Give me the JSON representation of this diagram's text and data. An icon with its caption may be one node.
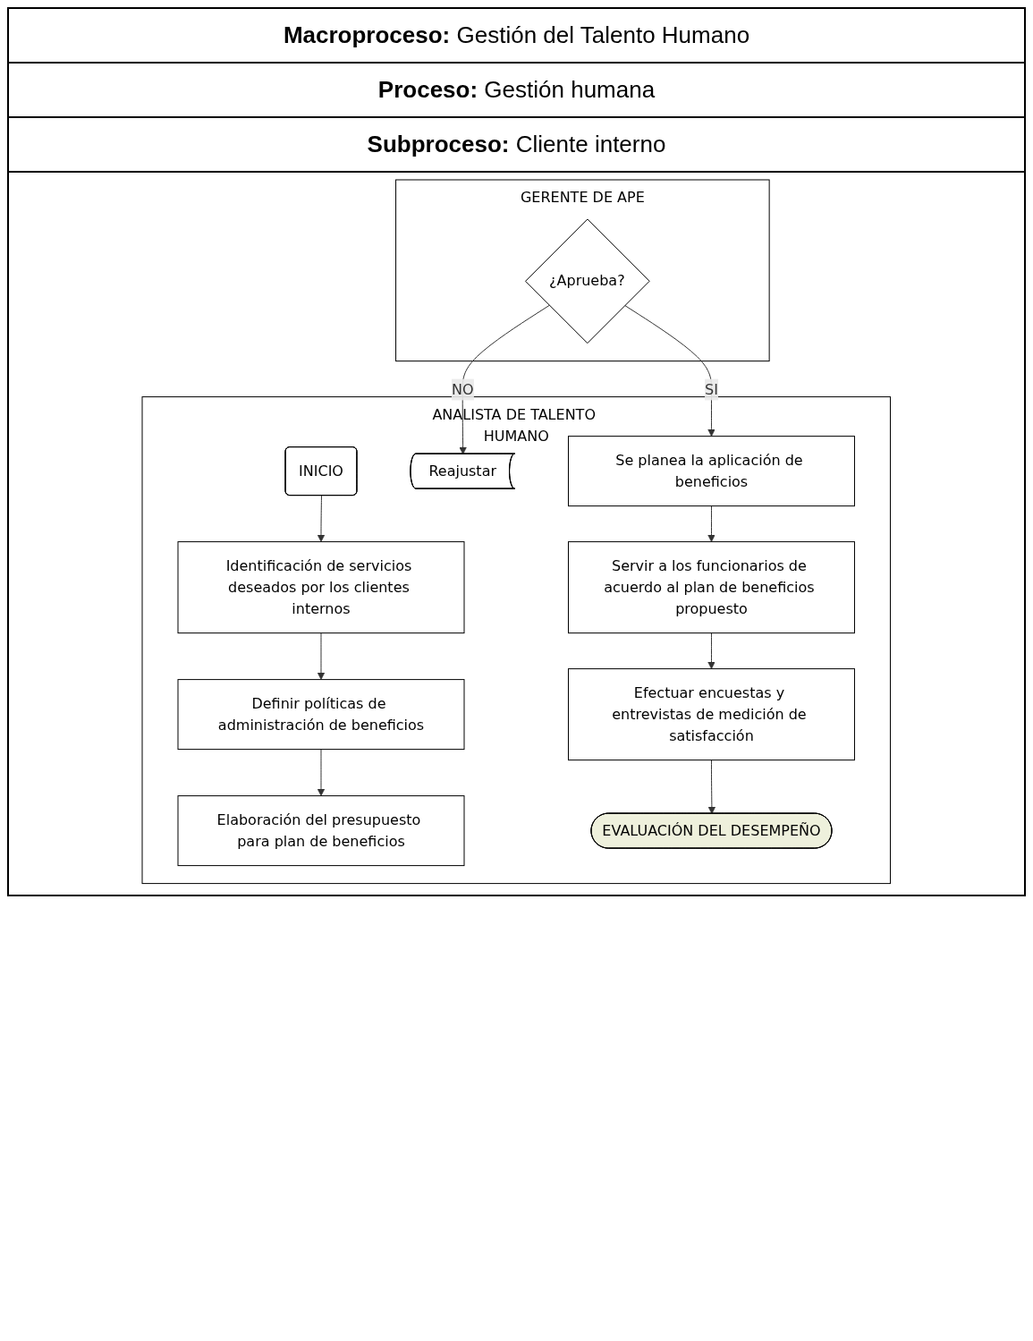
{
  "diagram": {
    "nodes": [
      {
        "text": [
          "ANALISTA DE TALENTO HUMANO"
        ]
      },
      {
        "text": [
          "GERENTE DE APE"
        ]
      },
      {
        "text": [
          "INICIO"
        ],
        "in": 0
      },
      {
        "text": [
          "Identificación de servicios deseados por los clientes internos"
        ],
        "in": 0
      },
      {
        "text": [
          "Definir políticas de administración de beneficios"
        ],
        "in": 0
      },
      {
        "text": [
          "Elaboración del presupuesto para plan de beneficios"
        ],
        "in": 0
      },
      {
        "text": [
          "Reajustar"
        ],
        "in": 0
      },
      {
        "text": [
          "¿Aprueba?"
        ],
        "in": 1
      },
      {
        "text": [
          "Se planea la aplicación de beneficios"
        ],
        "in": 0
      },
      {
        "text": [
          "Servir a los funcionarios de acuerdo al plan de beneficios propuesto"
        ],
        "in": 0
      },
      {
        "text": [
          "Efectuar encuestas y entrevistas de medición de satisfacción"
        ],
        "in": 0
      },
      {
        "text": [
          "EVALUACIÓN DEL DESEMPEÑO"
        ],
        "in": 0
      }
    ],
    "edges": [
      {
        "from": 2,
        "to": 3,
        "arrow": "to"
      },
      {
        "from": 3,
        "to": 4,
        "arrow": "to"
      },
      {
        "from": 4,
        "to": 5,
        "arrow": "to"
      },
      {
        "from": 7,
        "to": 6,
        "arrow": "to",
        "label": "NO"
      },
      {
        "from": 7,
        "to": 8,
        "arrow": "to",
        "label": "SI"
      },
      {
        "from": 8,
        "to": 9,
        "arrow": "to"
      },
      {
        "from": 9,
        "to": 10,
        "arrow": "to"
      },
      {
        "from": 10,
        "to": 11,
        "arrow": "to"
      }
    ],
    "labels": [
      "**Macroproceso:** Gestión del Talento Humano",
      "**Proceso:** Gestión humana",
      "**Subproceso:** Cliente interno"
    ]
  }
}
